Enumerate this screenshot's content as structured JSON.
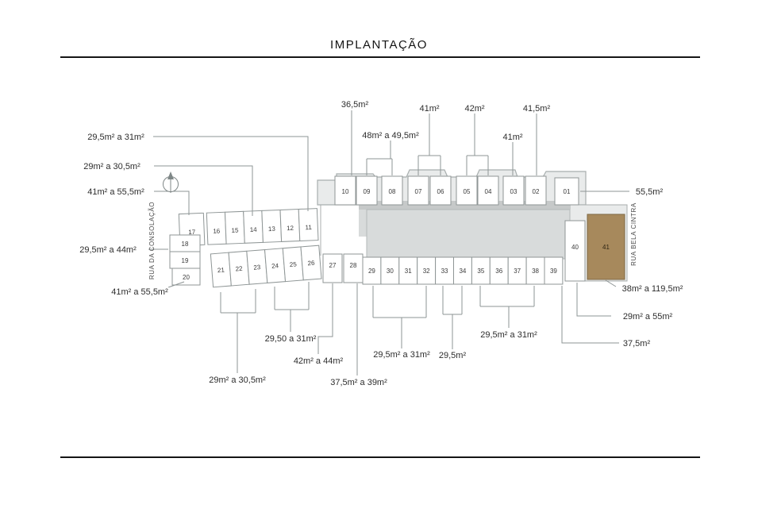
{
  "page": {
    "title": "IMPLANTAÇÃO"
  },
  "plan": {
    "streets": {
      "left": "RUA DA CONSOLAÇÃO",
      "right": "RUA BELA CINTRA"
    },
    "highlight_color": "#a7895c",
    "highlighted_unit": "41",
    "units": {
      "top_row": [
        "10",
        "09",
        "08",
        "07",
        "06",
        "05",
        "04",
        "03",
        "02"
      ],
      "top_right_unit": "01",
      "upper_left_row": [
        "17",
        "16",
        "15",
        "14",
        "13",
        "12",
        "11"
      ],
      "left_stack": [
        "18",
        "19",
        "20"
      ],
      "lower_left_row": [
        "21",
        "22",
        "23",
        "24",
        "25",
        "26"
      ],
      "bottom_row": [
        "27",
        "28",
        "29",
        "30",
        "31",
        "32",
        "33",
        "34",
        "35",
        "36",
        "37",
        "38",
        "39"
      ],
      "right_column": [
        "40",
        "41"
      ]
    },
    "area_labels": [
      {
        "id": "unit10-area",
        "text": "36,5m²"
      },
      {
        "id": "units-07-06-area",
        "text": "41m²"
      },
      {
        "id": "units-05-04-area",
        "text": "42m²"
      },
      {
        "id": "unit02-area",
        "text": "41,5m²"
      },
      {
        "id": "units-09-08-area",
        "text": "48m² a 49,5m²"
      },
      {
        "id": "unit03-area",
        "text": "41m²"
      },
      {
        "id": "units-11-12-area",
        "text": "29,5m² a 31m²"
      },
      {
        "id": "units-13-16-area",
        "text": "29m² a 30,5m²"
      },
      {
        "id": "unit17-area",
        "text": "41m² a 55,5m²"
      },
      {
        "id": "units-18-19-area",
        "text": "29,5m² a 44m²"
      },
      {
        "id": "unit20-area",
        "text": "41m² a 55,5m²"
      },
      {
        "id": "unit01-area",
        "text": "55,5m²"
      },
      {
        "id": "unit41-area",
        "text": "38m² a 119,5m²"
      },
      {
        "id": "unit40-area",
        "text": "29m² a 55m²"
      },
      {
        "id": "unit39-area",
        "text": "37,5m²"
      },
      {
        "id": "units-35-38-area",
        "text": "29,5m² a 31m²"
      },
      {
        "id": "units-33-34-area",
        "text": "29,5m²"
      },
      {
        "id": "units-29-32-area",
        "text": "29,5m² a 31m²"
      },
      {
        "id": "unit28-area",
        "text": "37,5m² a 39m²"
      },
      {
        "id": "unit27-area",
        "text": "42m² a 44m²"
      },
      {
        "id": "units-24-26-area",
        "text": "29,50 a 31m²"
      },
      {
        "id": "units-21-23-area",
        "text": "29m² a 30,5m²"
      }
    ]
  }
}
